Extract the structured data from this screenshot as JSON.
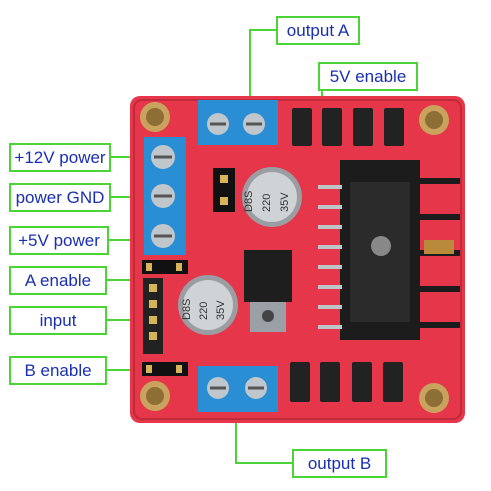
{
  "labels": {
    "output_a": "output A",
    "five_v_enable": "5V enable",
    "plus_12v_power": "+12V power",
    "power_gnd": "power GND",
    "plus_5v_power": "+5V power",
    "a_enable": "A enable",
    "input": "input",
    "b_enable": "B enable",
    "output_b": "output B"
  },
  "capacitor_marking": [
    "D8S",
    "220",
    "35V"
  ],
  "colors": {
    "label_border": "#4cd437",
    "label_text": "#1a2fb0",
    "board": "#e6364a",
    "terminal": "#2a8ed4",
    "heatsink": "#1c1c1c"
  }
}
